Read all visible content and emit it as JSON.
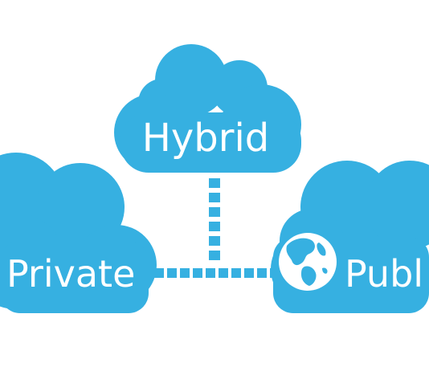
{
  "clouds": {
    "hybrid": {
      "label": "Hybrid"
    },
    "private": {
      "label": "Private"
    },
    "public": {
      "label": "Publ",
      "icon": "globe-icon"
    }
  },
  "colors": {
    "cloud": "#36b0e1",
    "connector": "#36b0e1",
    "globe_land": "#36b0e1",
    "globe_sea": "#ffffff"
  }
}
